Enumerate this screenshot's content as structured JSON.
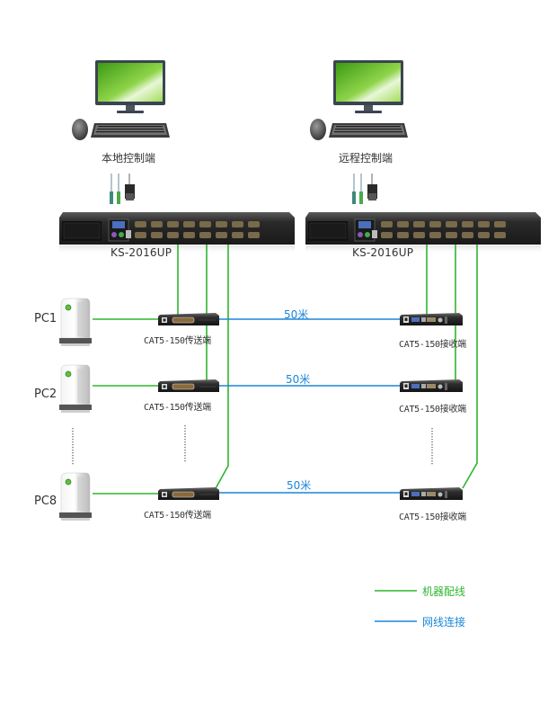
{
  "diagram": {
    "type": "kvm-extender-topology",
    "colors": {
      "machine_wiring": "#2fb52f",
      "network_cable": "#1a86d8",
      "text": "#333333"
    },
    "consoles": [
      {
        "label": "本地控制端",
        "icon": "monitor-keyboard-mouse-icon"
      },
      {
        "label": "远程控制端",
        "icon": "monitor-keyboard-mouse-icon"
      }
    ],
    "kvm_switches": [
      {
        "model": "KS-2016UP",
        "icon": "kvm-switch-icon"
      },
      {
        "model": "KS-2016UP",
        "icon": "kvm-switch-icon"
      }
    ],
    "rows": [
      {
        "pc": "PC1",
        "transmitter": "CAT5-150传送端",
        "distance": "50米",
        "receiver": "CAT5-150接收端"
      },
      {
        "pc": "PC2",
        "transmitter": "CAT5-150传送端",
        "distance": "50米",
        "receiver": "CAT5-150接收端"
      },
      {
        "pc": "PC8",
        "transmitter": "CAT5-150传送端",
        "distance": "50米",
        "receiver": "CAT5-150接收端"
      }
    ],
    "legend": [
      {
        "label": "机器配线",
        "color": "#2fb52f"
      },
      {
        "label": "网线连接",
        "color": "#1a86d8"
      }
    ]
  }
}
